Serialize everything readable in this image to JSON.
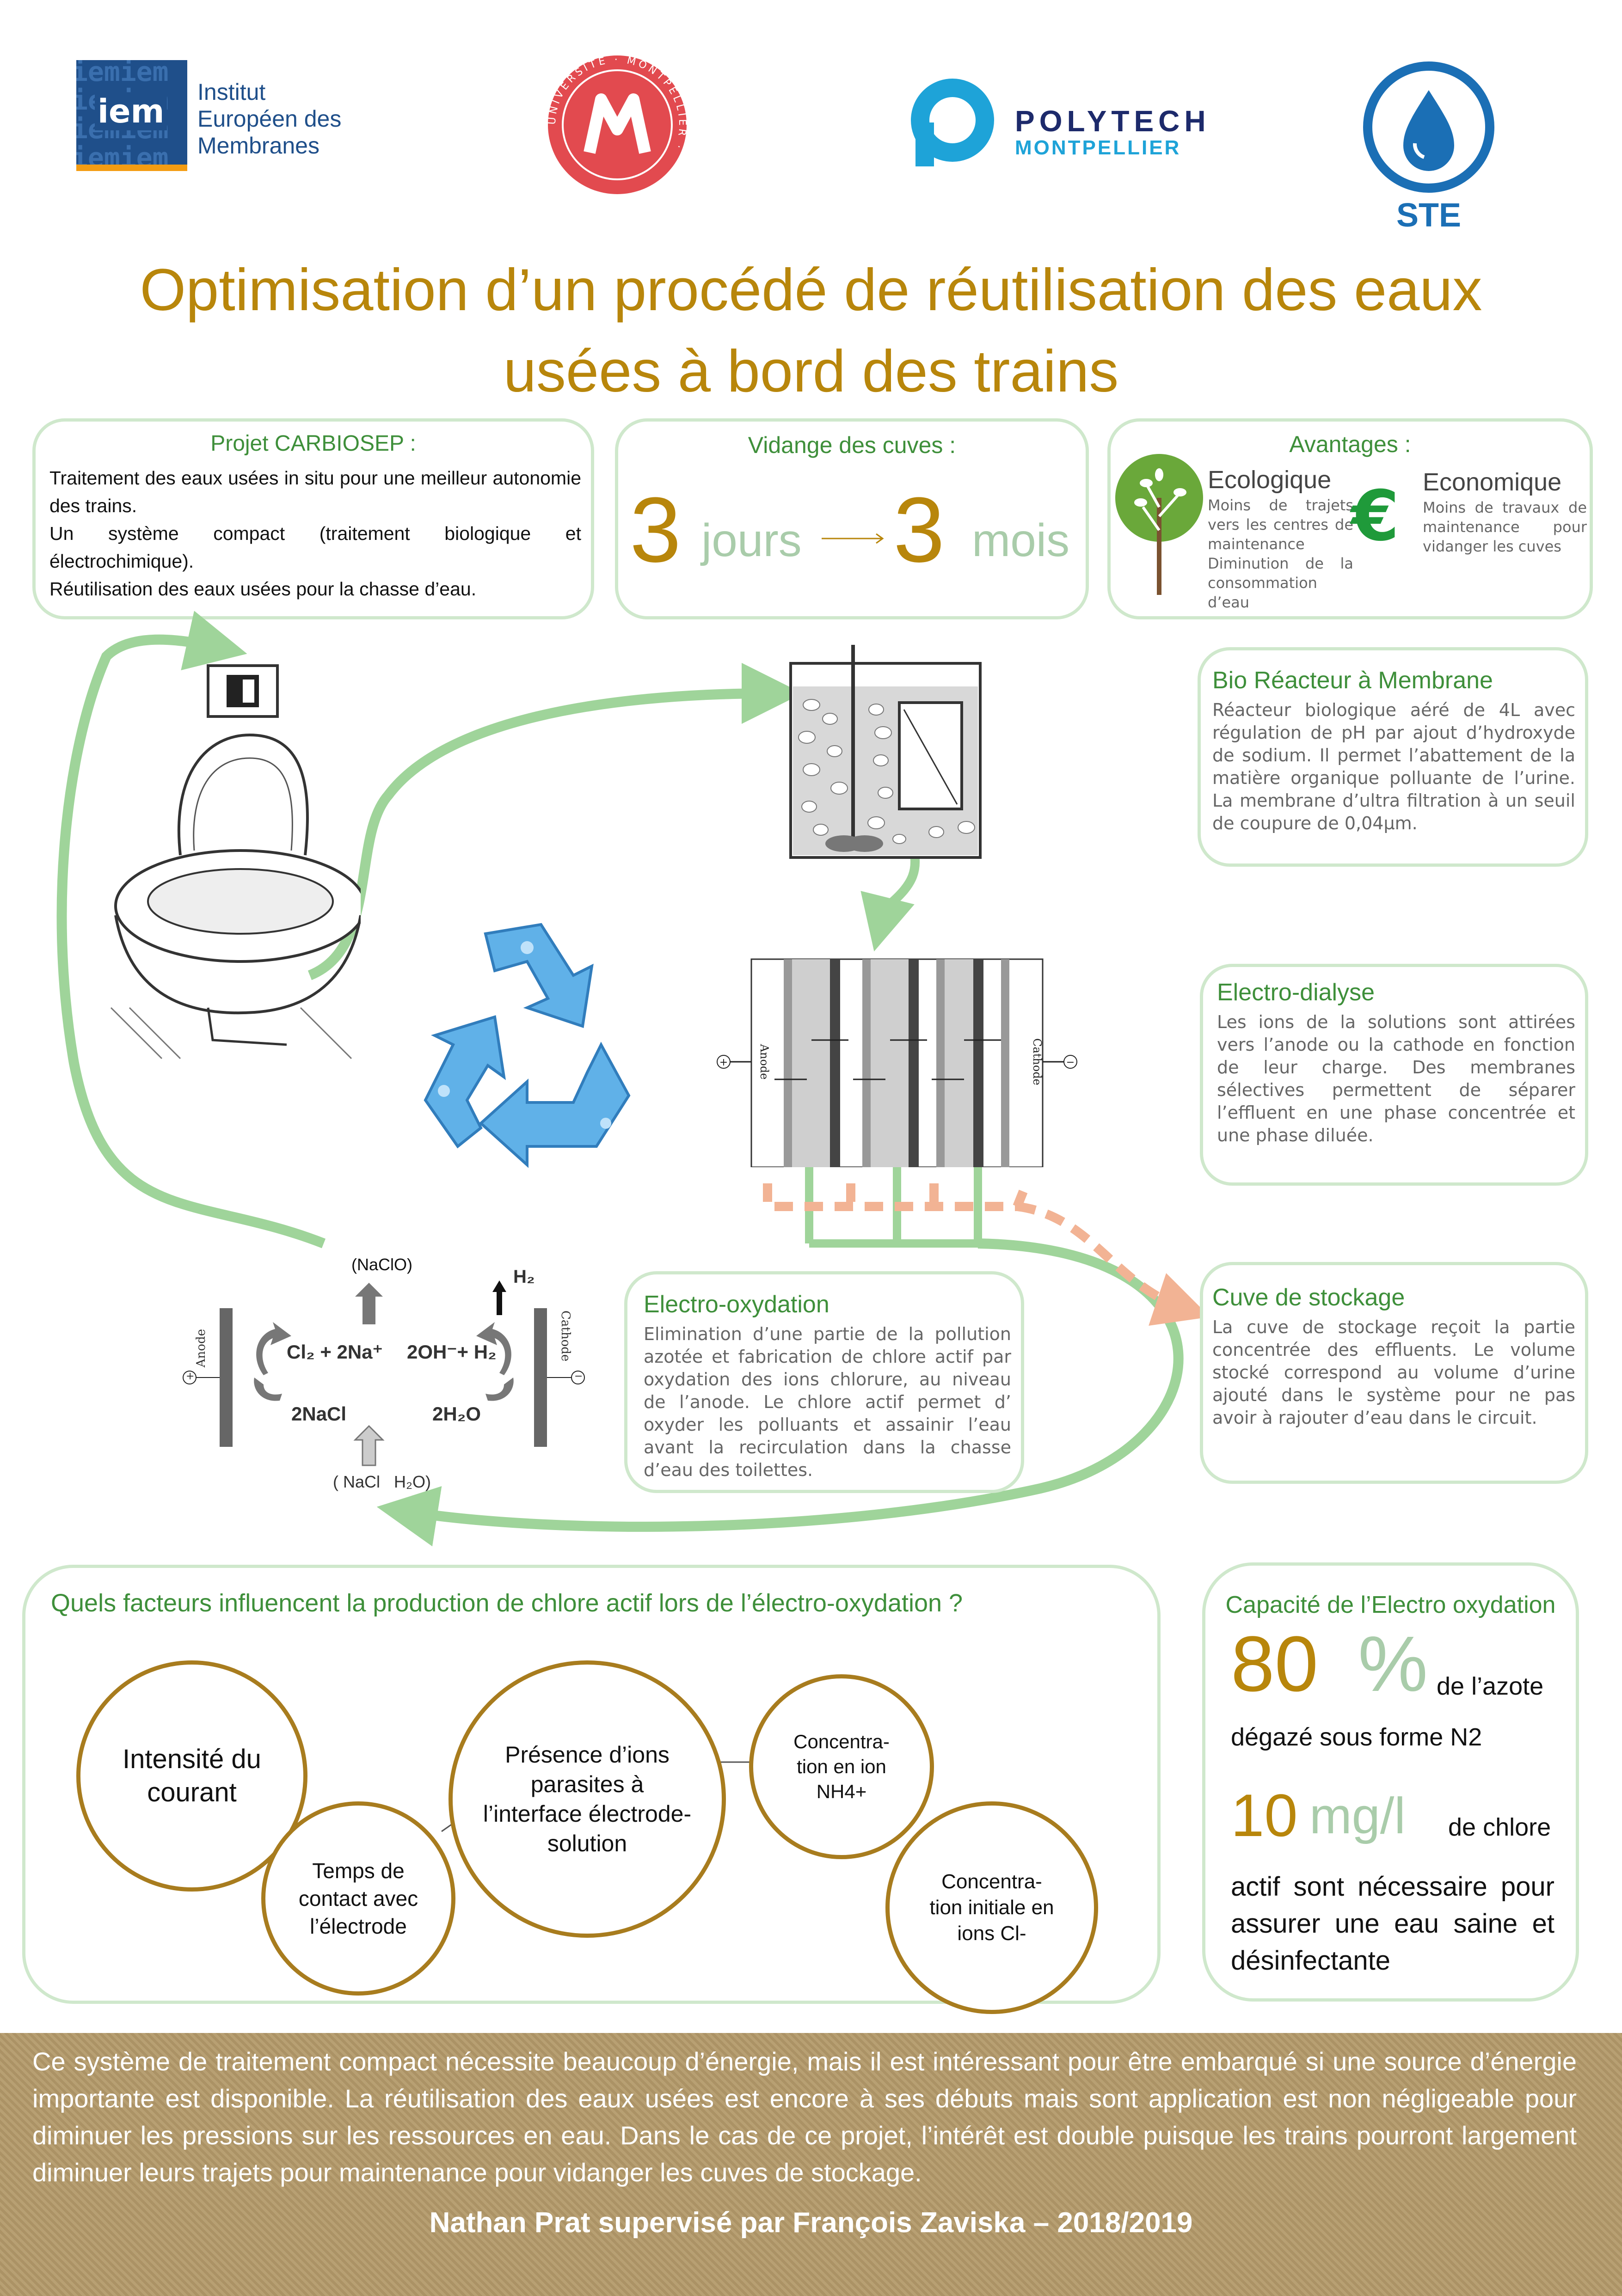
{
  "logos": {
    "iem": {
      "mark": "iem",
      "line1": "Institut",
      "line2": "Européen des",
      "line3": "Membranes",
      "pattern": "iemiem"
    },
    "um": {
      "ring": "UNIVERSITÉ · MONTPELLIER ·",
      "letter": "M"
    },
    "polytech": {
      "line1": "POLYTECH",
      "line2": "MONTPELLIER"
    },
    "ste": {
      "label": "STE"
    }
  },
  "title": {
    "line1": "Optimisation d’un procédé de réutilisation des eaux",
    "line2": "usées à bord des trains"
  },
  "carbiosep": {
    "heading": "Projet CARBIOSEP :",
    "p1": "Traitement des eaux usées in situ pour une meilleur autonomie des trains.",
    "p2": "Un système compact (traitement biologique et électrochimique).",
    "p3": "Réutilisation des eaux usées pour la chasse d’eau."
  },
  "vidange": {
    "heading": "Vidange des cuves :",
    "from_num": "3",
    "from_unit": "jours",
    "to_num": "3",
    "to_unit": "mois"
  },
  "avantages": {
    "heading": "Avantages :",
    "eco_title": "Ecologique",
    "eco_text": "Moins de trajets vers les centres de maintenance Diminution de la consommation d’eau",
    "econ_title": "Economique",
    "econ_text": "Moins de travaux de maintenance pour vidanger les cuves",
    "euro": "€"
  },
  "bioreacteur": {
    "heading": "Bio Réacteur à Membrane",
    "text": "Réacteur biologique aéré de 4L avec régulation de pH par ajout d’hydroxyde de sodium. Il permet l’abattement de la matière organique polluante de l’urine. La membrane d’ultra filtration à un seuil de coupure de 0,04μm."
  },
  "electrodialyse": {
    "heading": "Electro-dialyse",
    "text": "Les ions de la solutions sont attirées vers l’anode ou la cathode en fonction de leur charge. Des membranes sélectives permettent de séparer l’effluent en une phase concentrée et une phase diluée.",
    "anode": "Anode",
    "cathode": "Cathode"
  },
  "electrooxydation": {
    "heading": "Electro-oxydation",
    "text": "Elimination d’une partie de la pollution azotée et fabrication de chlore actif par oxydation des ions chlorure, au niveau de l’anode. Le chlore actif permet d’ oxyder les polluants et assainir l’eau avant la recirculation dans la chasse d’eau des toilettes."
  },
  "reaction": {
    "naclo": "(NaClO)",
    "h2": "H₂",
    "left_eq": "Cl₂ + 2Na⁺",
    "right_eq": "2OH⁻+ H₂",
    "nacl": "2NaCl",
    "h2o": "2H₂O",
    "inputs": "( NaCl   H₂O)",
    "anode": "Anode",
    "cathode": "Cathode",
    "plus": "+",
    "minus": "−"
  },
  "stockage": {
    "heading": "Cuve de stockage",
    "text": "La cuve de stockage reçoit la partie concentrée des effluents. Le volume stocké correspond au volume d’urine ajouté dans le système pour ne pas avoir à rajouter d’eau dans le circuit."
  },
  "facteurs": {
    "question": "Quels facteurs influencent  la production de chlore actif lors de l’électro-oxydation ?",
    "c1": "Intensité du courant",
    "c2": "Temps de contact avec l’électrode",
    "c3": "Présence d’ions parasites à l’interface électrode-solution",
    "c4": "Concentra-tion en ion NH4+",
    "c5": "Concentra-tion initiale en ions Cl-"
  },
  "capacite": {
    "heading": "Capacité de l’Electro oxydation",
    "num1": "80",
    "pct": "%",
    "after1": "de l’azote",
    "line2": "dégazé sous forme N2",
    "num2": "10",
    "unit2": "mg/l",
    "after2": "de chlore",
    "line3": "actif sont nécessaire pour assurer une eau saine et désinfectante"
  },
  "footer": {
    "text": "Ce système de traitement compact nécessite beaucoup d’énergie, mais il est intéressant pour être embarqué si une source d’énergie importante est disponible. La réutilisation des eaux usées est encore à ses débuts mais sont application est non négligeable pour diminuer les pressions sur les ressources en eau. Dans le cas de ce projet, l’intérêt est double puisque les trains pourront largement diminuer leurs trajets pour maintenance pour vidanger les cuves de stockage.",
    "author": "Nathan Prat supervisé par François Zaviska – 2018/2019"
  },
  "colors": {
    "accent_gold": "#b8860b",
    "accent_green": "#3e8f3a",
    "frame": "#cfe8cc",
    "arrow_green": "#9fd49a",
    "arrow_salmon": "#f2b394"
  }
}
